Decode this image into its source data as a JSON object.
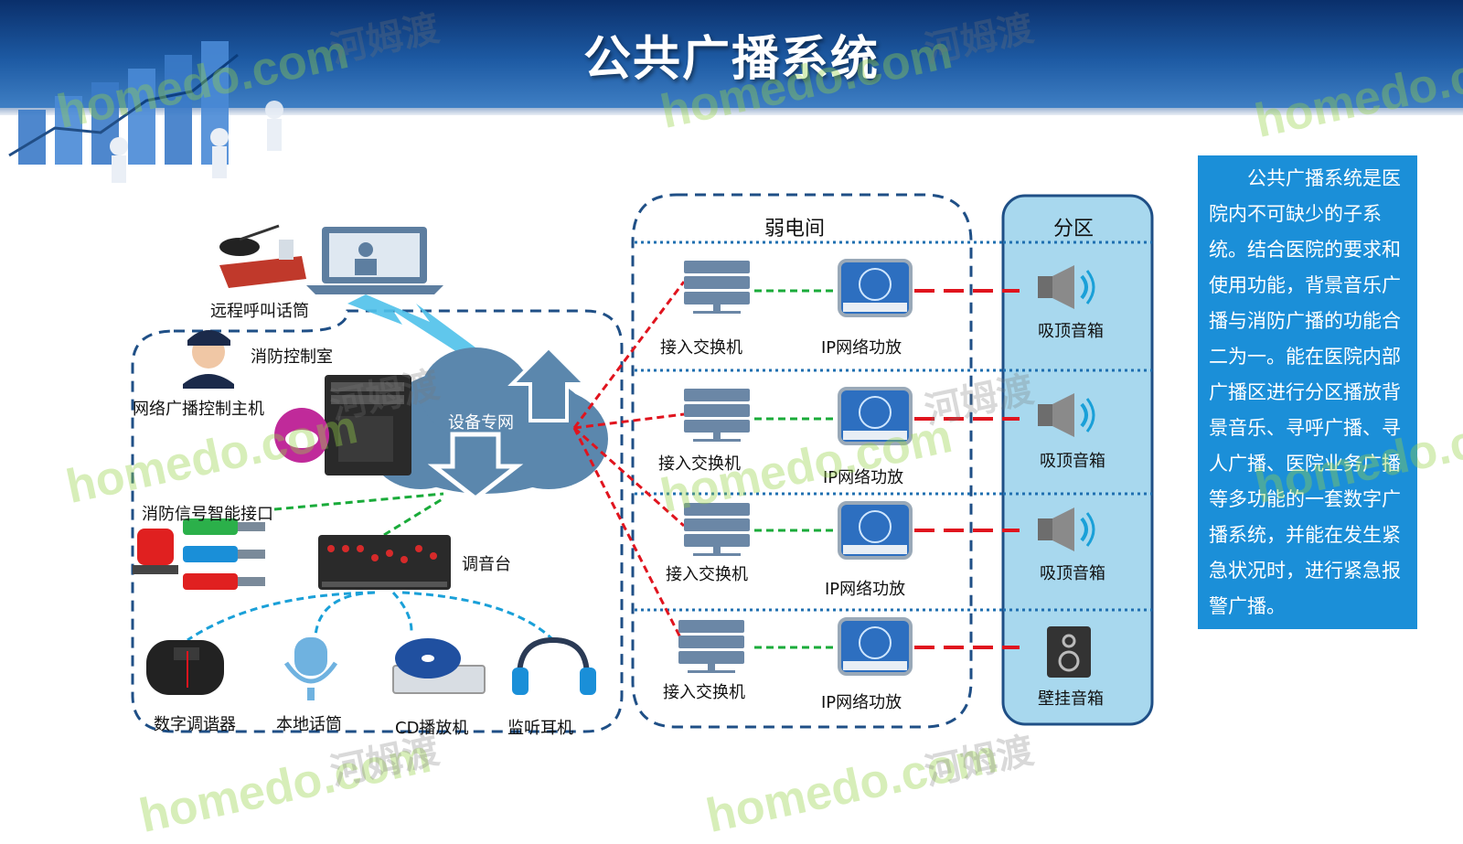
{
  "title": "公共广播系统",
  "left_group": {
    "remote_mic": "远程呼叫话筒",
    "fire_room": "消防控制室",
    "control_host": "网络广播控制主机",
    "private_net": "设备专网",
    "fire_interface": "消防信号智能接口",
    "mixer": "调音台",
    "tuner": "数字调谐器",
    "local_mic": "本地话筒",
    "cd_player": "CD播放机",
    "headphones": "监听耳机"
  },
  "weak_room": {
    "title": "弱电间",
    "rows": [
      {
        "switch": "接入交换机",
        "amp": "IP网络功放"
      },
      {
        "switch": "接入交换机",
        "amp": "IP网络功放"
      },
      {
        "switch": "接入交换机",
        "amp": "IP网络功放"
      },
      {
        "switch": "接入交换机",
        "amp": "IP网络功放"
      }
    ]
  },
  "zone": {
    "title": "分区",
    "speakers": [
      "吸顶音箱",
      "吸顶音箱",
      "吸顶音箱",
      "壁挂音箱"
    ]
  },
  "description": "公共广播系统是医院内不可缺少的子系统。结合医院的要求和使用功能，背景音乐广播与消防广播的功能合二为一。能在医院内部广播区进行分区播放背景音乐、寻呼广播、寻人广播、医院业务广播等多功能的一套数字广播系统，并能在发生紧急状况时，进行紧急报警广播。",
  "colors": {
    "header": "#1d5aa3",
    "dashed_blue": "#1f4f86",
    "green_link": "#1aab3a",
    "red_link": "#e0141e",
    "cyan_link": "#1aa0d8",
    "zone_fill": "#a8d8ee",
    "desc_fill": "#1b8fd8"
  },
  "watermarks": [
    "homedo.com",
    "河姆渡"
  ]
}
